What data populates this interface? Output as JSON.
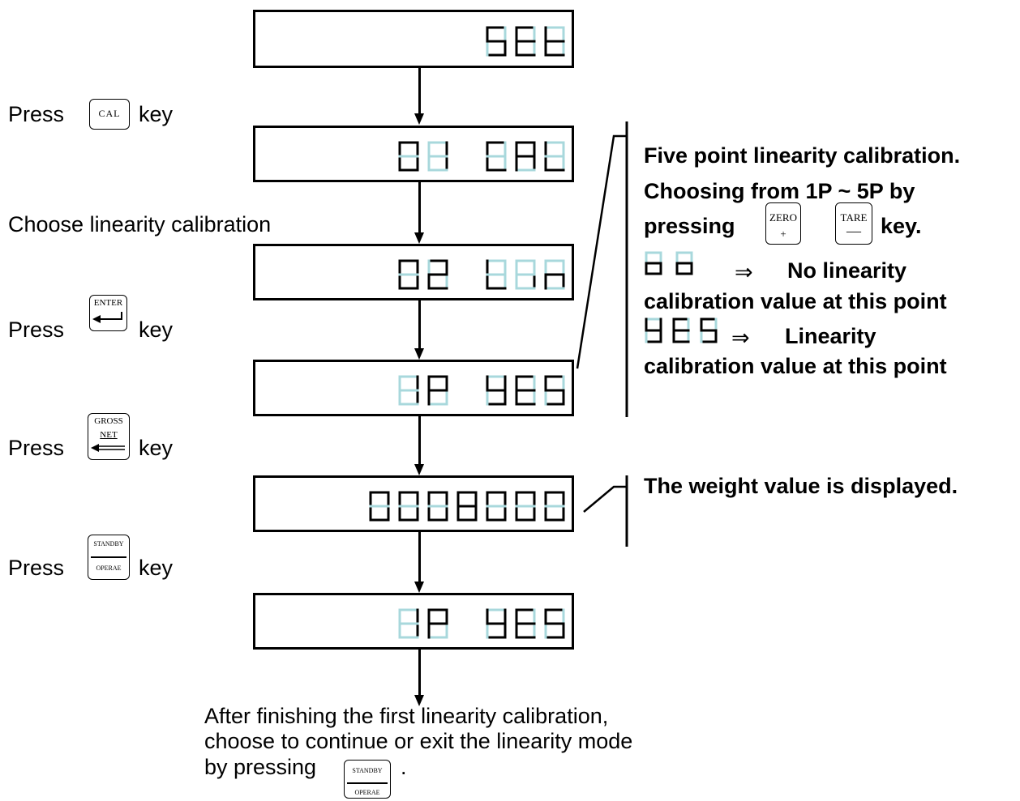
{
  "displays": [
    {
      "id": "set",
      "digits": [
        "",
        "",
        "",
        "",
        "5",
        "E",
        "t"
      ]
    },
    {
      "id": "01cal",
      "digits": [
        "0",
        "1",
        "",
        "C",
        "A",
        "L"
      ]
    },
    {
      "id": "02lin",
      "digits": [
        "0",
        "2",
        "",
        "L",
        "i",
        "n"
      ]
    },
    {
      "id": "1pyes",
      "digits": [
        "1",
        "P",
        "",
        "y",
        "E",
        "5"
      ]
    },
    {
      "id": "weight",
      "digits": [
        "0",
        "0",
        "0",
        "8",
        "0",
        "0",
        "0"
      ]
    },
    {
      "id": "1pyes2",
      "digits": [
        "1",
        "P",
        "",
        "y",
        "E",
        "5"
      ]
    }
  ],
  "steps": {
    "press_cal": {
      "pre": "Press",
      "post": "key",
      "key": "CAL"
    },
    "choose_linearity": "Choose linearity calibration",
    "press_enter": {
      "pre": "Press",
      "post": "key",
      "key": "ENTER"
    },
    "press_gross": {
      "pre": "Press",
      "post": "key",
      "key_top": "GROSS",
      "key_bottom": "NET"
    },
    "press_standby": {
      "pre": "Press",
      "post": "key",
      "key_top": "STANDBY",
      "key_bottom": "OPERAE"
    }
  },
  "notes": {
    "line1": "Five point linearity calibration.",
    "line2": "Choosing from 1P ~ 5P by",
    "line3_pre": "pressing",
    "line3_post": "key.",
    "zero_key_top": "ZERO",
    "zero_key_bottom": "+",
    "tare_key_top": "TARE",
    "tare_key_bottom": "—",
    "no_arrow": "⇒",
    "no_text": "No linearity",
    "no_text2": "calibration value at this point",
    "no_glyph": "no",
    "yes_arrow": "⇒",
    "yes_text": "Linearity",
    "yes_text2": "calibration value at this point",
    "yes_glyph": "yes",
    "weight": "The weight value is displayed."
  },
  "bottom": {
    "line1": "After finishing the first linearity calibration,",
    "line2": "choose to continue or exit the linearity mode",
    "line3": "by pressing",
    "line3_end": ".",
    "key_top": "STANDBY",
    "key_bottom": "OPERAE"
  },
  "colors": {
    "segment_on": "#000000",
    "segment_dim": "#a8d8dc"
  }
}
